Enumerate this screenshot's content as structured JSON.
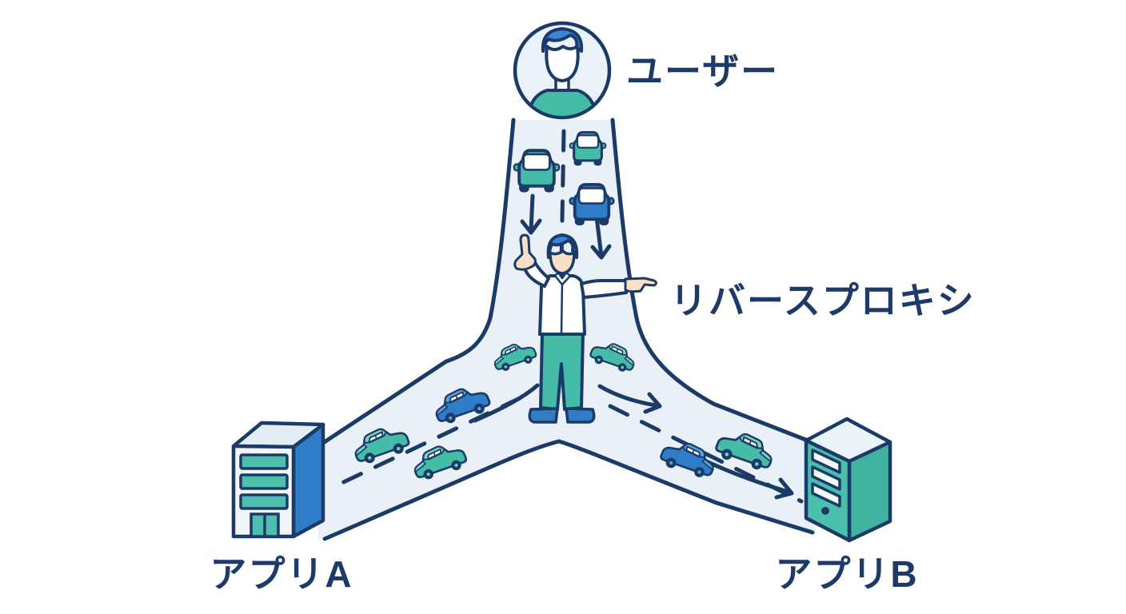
{
  "diagram": {
    "nodes": [
      {
        "id": "user",
        "label": "ユーザー",
        "icon": "user-avatar-icon",
        "position": "top-center"
      },
      {
        "id": "reverse_proxy",
        "label": "リバースプロキシ",
        "icon": "traffic-director-icon",
        "position": "center"
      },
      {
        "id": "app_a",
        "label": "アプリA",
        "icon": "office-building-icon",
        "position": "bottom-left"
      },
      {
        "id": "app_b",
        "label": "アプリB",
        "icon": "server-tower-icon",
        "position": "bottom-right"
      }
    ],
    "edges": [
      {
        "from": "user",
        "to": "reverse_proxy",
        "style": "road",
        "cars": 3,
        "arrows": 2
      },
      {
        "from": "reverse_proxy",
        "to": "app_a",
        "style": "road",
        "cars": 4,
        "arrows": 0
      },
      {
        "from": "reverse_proxy",
        "to": "app_b",
        "style": "road",
        "cars": 3,
        "arrows": 2
      }
    ],
    "colors": {
      "outline": "#1C3A67",
      "label_text": "#1E3A68",
      "road_fill": "#E9F0F7",
      "teal": "#45BCA8",
      "teal_light": "#7AD2C2",
      "blue": "#2F7DC8",
      "blue_light": "#5AA1DB",
      "skin": "#F9DFC8",
      "background": "#FFFFFF"
    }
  }
}
